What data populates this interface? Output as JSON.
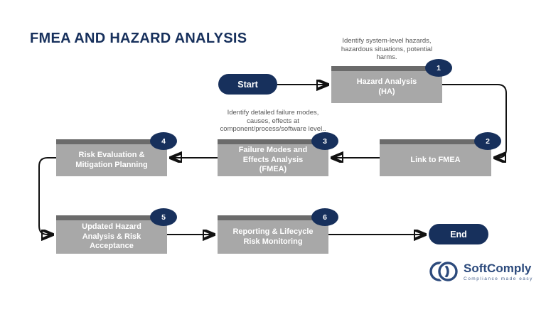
{
  "title": "FMEA AND HAZARD ANALYSIS",
  "colors": {
    "navy": "#17305c",
    "box_gray": "#a8a8a8",
    "box_strip_gray": "#6b6b6b",
    "annotation_text": "#565656",
    "arrow": "#111111",
    "background": "#ffffff"
  },
  "flow": {
    "start_label": "Start",
    "end_label": "End",
    "annotations": [
      {
        "text": "Identify system-level hazards,\nhazardous situations, potential\nharms."
      },
      {
        "text": "Identify detailed failure modes,\ncauses, effects at\ncomponent/process/software level.."
      }
    ],
    "steps": [
      {
        "number": "1",
        "label": "Hazard Analysis\n(HA)"
      },
      {
        "number": "2",
        "label": "Link to FMEA"
      },
      {
        "number": "3",
        "label": "Failure Modes and\nEffects Analysis\n(FMEA)"
      },
      {
        "number": "4",
        "label": "Risk Evaluation &\nMitigation Planning"
      },
      {
        "number": "5",
        "label": "Updated Hazard\nAnalysis & Risk\nAcceptance"
      },
      {
        "number": "6",
        "label": "Reporting & Lifecycle\nRisk Monitoring"
      }
    ]
  },
  "logo": {
    "name": "SoftComply",
    "tagline": "Compliance made easy"
  }
}
